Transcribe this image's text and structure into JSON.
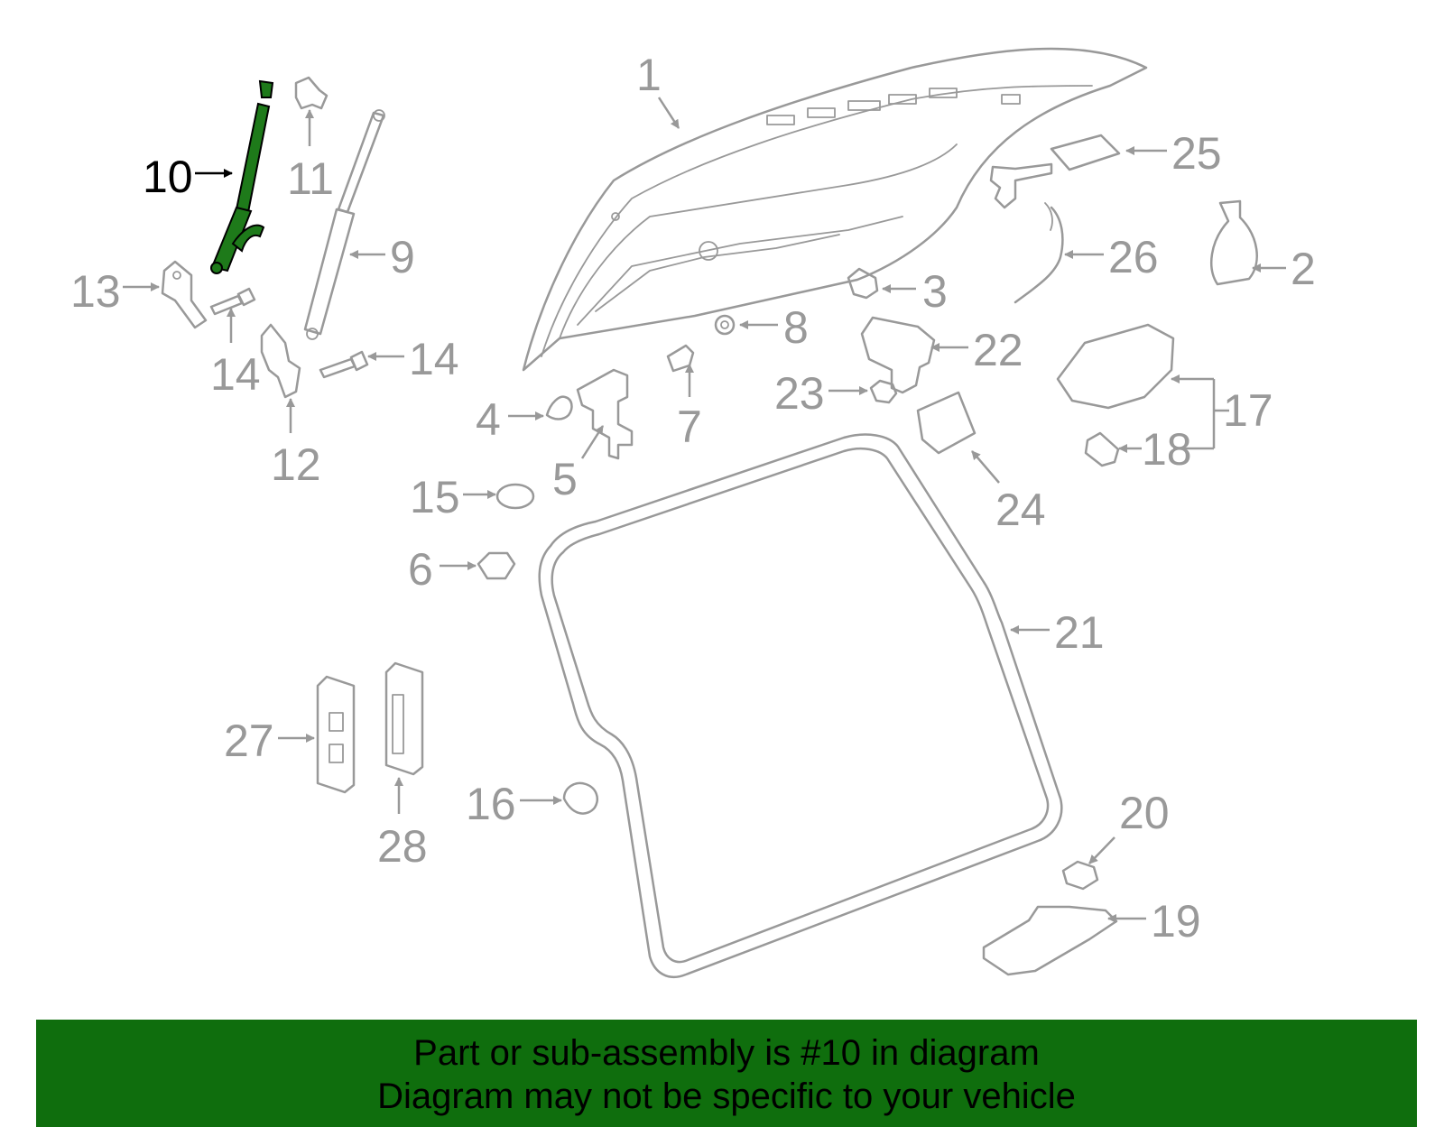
{
  "diagram": {
    "highlight_color": "#1e7a1a",
    "line_color": "#999999",
    "highlighted_part": "10",
    "callouts": [
      "1",
      "2",
      "3",
      "4",
      "5",
      "6",
      "7",
      "8",
      "9",
      "10",
      "11",
      "12",
      "13",
      "14",
      "14",
      "15",
      "16",
      "17",
      "18",
      "19",
      "20",
      "21",
      "22",
      "23",
      "24",
      "25",
      "26",
      "27",
      "28"
    ]
  },
  "banner": {
    "line1": "Part or sub-assembly is #10 in diagram",
    "line2": "Diagram may not be specific to your vehicle",
    "background": "#0f6e0d"
  }
}
